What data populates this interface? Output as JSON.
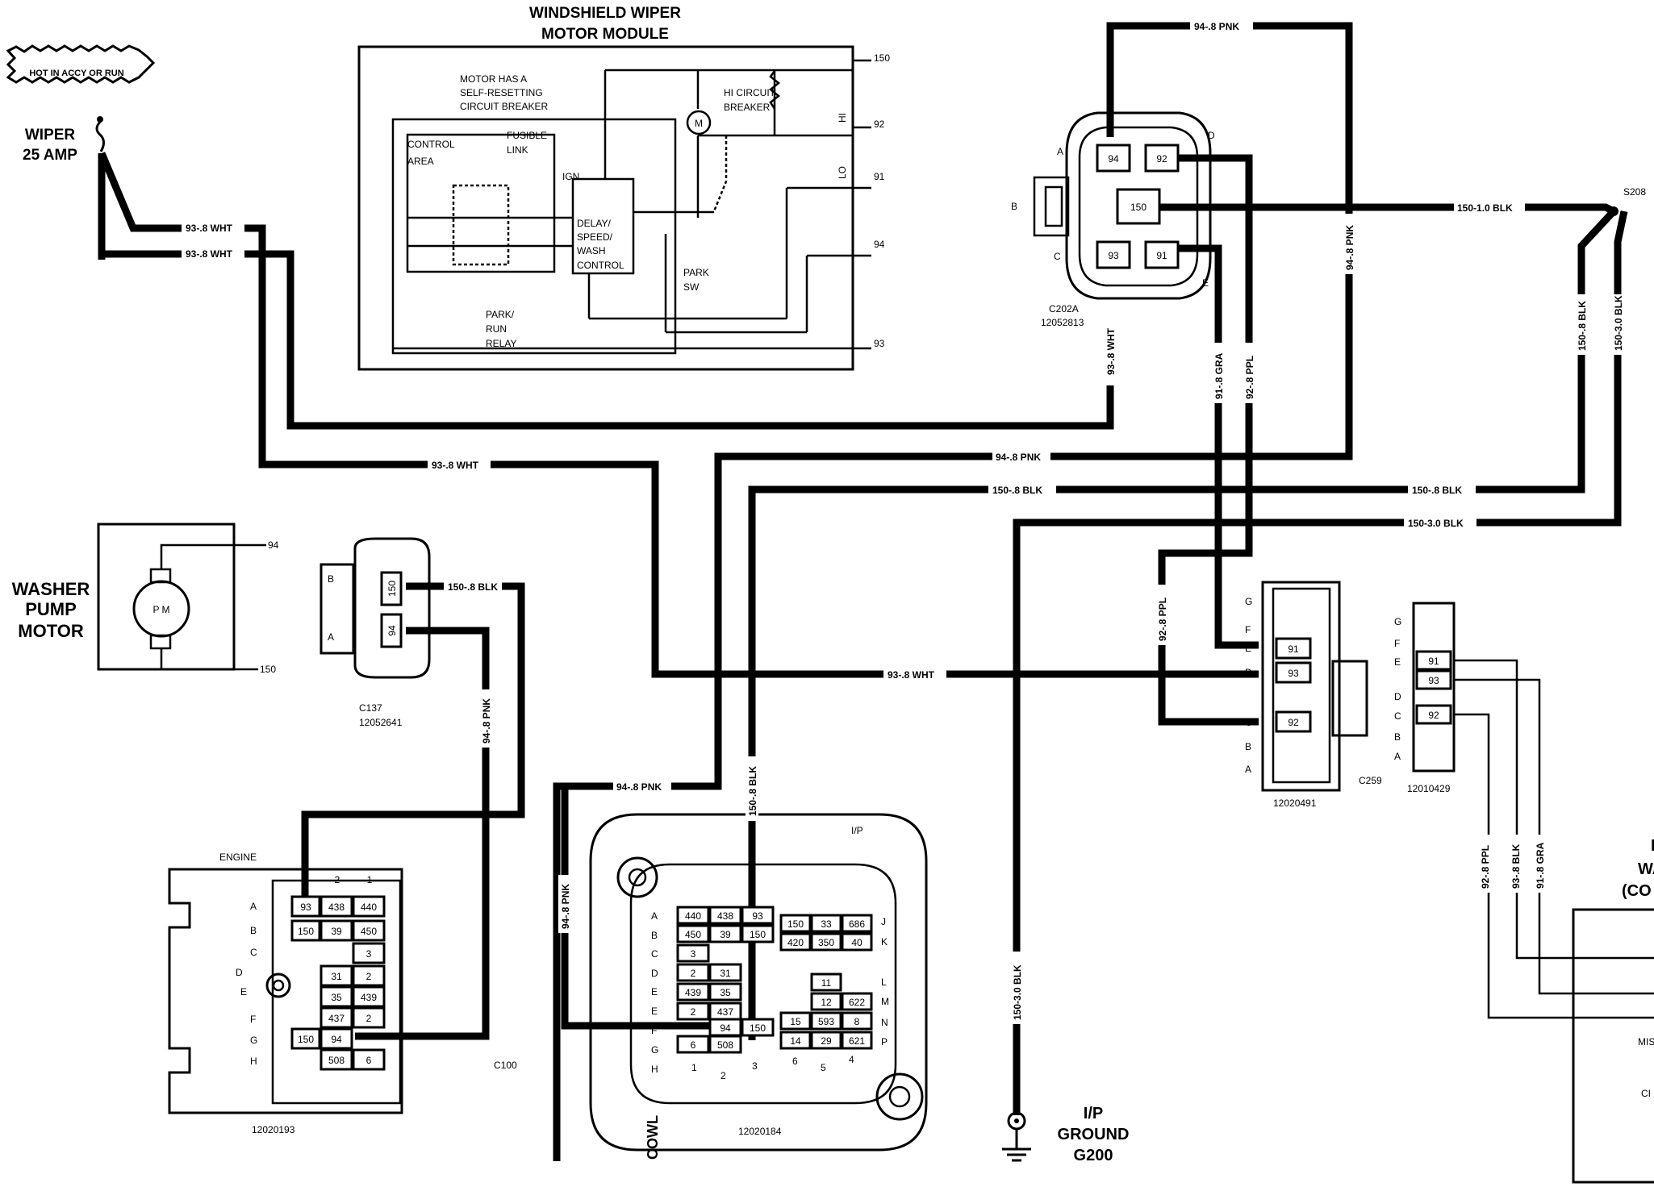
{
  "title": {
    "line1": "WINDSHIELD WIPER",
    "line2": "MOTOR MODULE"
  },
  "hot_flag": "HOT IN ACCY OR RUN",
  "fuse": {
    "line1": "WIPER",
    "line2": "25 AMP"
  },
  "module": {
    "note": [
      "MOTOR HAS A",
      "SELF-RESETTING",
      "CIRCUIT BREAKER"
    ],
    "control_area": [
      "CONTROL",
      "AREA"
    ],
    "fusible_link": [
      "FUSIBLE",
      "LINK"
    ],
    "ign": "IGN",
    "delay": [
      "DELAY/",
      "SPEED/",
      "WASH",
      "CONTROL"
    ],
    "hi_breaker": [
      "HI CIRCUIT",
      "BREAKER"
    ],
    "park_sw": [
      "PARK",
      "SW"
    ],
    "relay": [
      "PARK/",
      "RUN",
      "RELAY"
    ],
    "hi": "HI",
    "lo": "LO",
    "motor": "M",
    "terms": [
      "150",
      "92",
      "91",
      "94",
      "93"
    ]
  },
  "c202a": {
    "name": "C202A",
    "part": "12052813",
    "pins": [
      "94",
      "92",
      "150",
      "93",
      "91"
    ],
    "letters": [
      "A",
      "B",
      "C",
      "D",
      "E"
    ]
  },
  "s208": "S208",
  "washer": {
    "line1": "WASHER",
    "line2": "PUMP",
    "line3": "MOTOR",
    "motor": "P M",
    "t1": "94",
    "t2": "150"
  },
  "c137": {
    "name": "C137",
    "part": "12052641",
    "pins": [
      "150",
      "94"
    ],
    "letters": [
      "B",
      "A"
    ]
  },
  "c100": {
    "title": "ENGINE",
    "name": "C100",
    "part": "12020193",
    "cols": [
      "2",
      "1"
    ],
    "rows": [
      "A",
      "B",
      "C",
      "D",
      "E",
      "F",
      "G",
      "H"
    ],
    "cells": [
      "93",
      "438",
      "440",
      "150",
      "39",
      "450",
      "3",
      "31",
      "2",
      "35",
      "439",
      "437",
      "2",
      "150",
      "94",
      "508",
      "6"
    ]
  },
  "ip": {
    "label": "I/P",
    "part": "12020184",
    "cowl": "COWL",
    "rows_left": [
      "A",
      "B",
      "C",
      "D",
      "E",
      "E",
      "F",
      "G",
      "H"
    ],
    "rows_right": [
      "J",
      "K",
      "L",
      "M",
      "N",
      "P"
    ],
    "cols": [
      "1",
      "2",
      "3",
      "4",
      "5",
      "6"
    ],
    "cells": [
      "440",
      "438",
      "93",
      "450",
      "39",
      "150",
      "3",
      "2",
      "31",
      "439",
      "35",
      "2",
      "437",
      "94",
      "150",
      "6",
      "508",
      "150",
      "33",
      "686",
      "420",
      "350",
      "40",
      "11",
      "12",
      "622",
      "15",
      "593",
      "8",
      "14",
      "29",
      "621"
    ]
  },
  "ground": {
    "line1": "I/P",
    "line2": "GROUND",
    "line3": "G200"
  },
  "c259": {
    "name": "C259",
    "part": "12020491",
    "letters": [
      "G",
      "F",
      "E",
      "D",
      "C",
      "B",
      "A"
    ],
    "pins": [
      "91",
      "93",
      "92"
    ]
  },
  "c_right": {
    "part": "12010429",
    "letters": [
      "G",
      "F",
      "E",
      "D",
      "C",
      "B",
      "A"
    ],
    "pins": [
      "91",
      "93",
      "92"
    ]
  },
  "right_partial": {
    "line1": "P",
    "line2": "WA",
    "line3": "(CO",
    "mis": "MIS",
    "ci": "CI"
  },
  "wires": {
    "w1": "93-.8 WHT",
    "w2": "93-.8 WHT",
    "w3": "94-.8 PNK",
    "w4": "150-1.0 BLK",
    "w5": "94-.8 PNK",
    "w6": "93-.8 WHT",
    "w7": "91-.8 GRA",
    "w8": "92-.8 PPL",
    "w9": "150-.8 BLK",
    "w10": "150-3.0 BLK",
    "w11": "94-.8 PNK",
    "w12": "150-.8 BLK",
    "w13": "150-.8 BLK",
    "w14": "150-3.0 BLK",
    "w15": "93-.8 WHT",
    "w16": "92-.8 PPL",
    "w17": "150-.8 BLK",
    "w18": "94-.8 PNK",
    "w19": "94-.8 PNK",
    "w20": "150-.8 BLK",
    "w21": "94-.8 PNK",
    "w22": "150-3.0 BLK",
    "w23": "93-.8 WHT",
    "w24": "92-.8 PPL",
    "w25": "93-.8 BLK",
    "w26": "91-.8 GRA"
  }
}
